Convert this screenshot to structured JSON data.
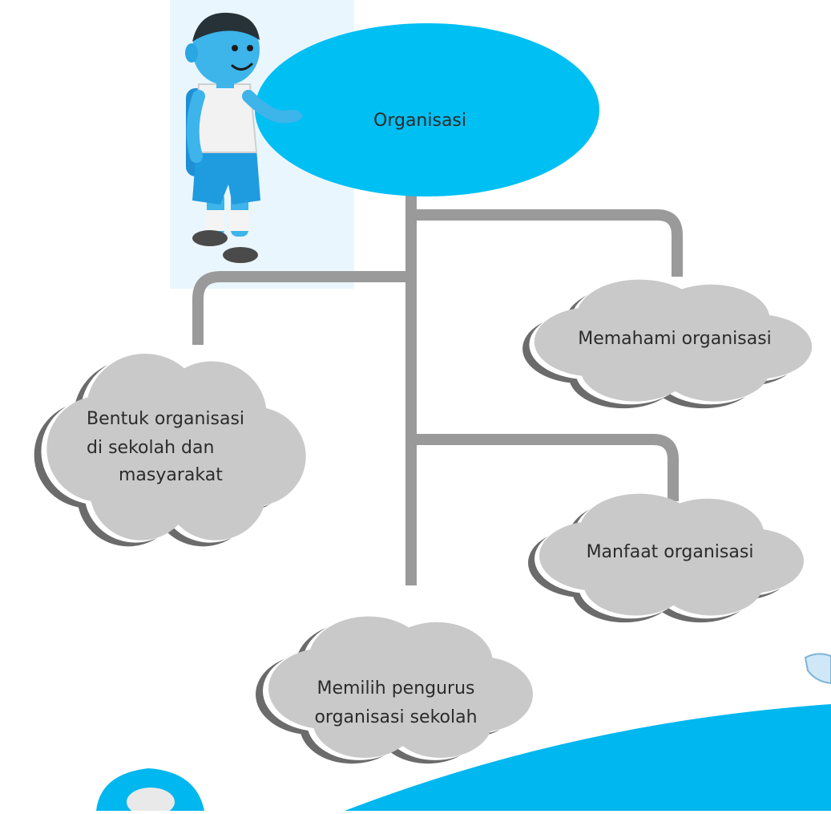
{
  "diagram": {
    "root": {
      "label": "Organisasi",
      "color": "#00bff3"
    },
    "nodes": [
      {
        "id": "memahami",
        "lines": [
          "Memahami organisasi"
        ]
      },
      {
        "id": "bentuk",
        "lines": [
          "Bentuk organisasi",
          "di sekolah dan",
          "masyarakat"
        ]
      },
      {
        "id": "manfaat",
        "lines": [
          "Manfaat organisasi"
        ]
      },
      {
        "id": "memilih",
        "lines": [
          "Memilih pengurus",
          "organisasi sekolah"
        ]
      }
    ],
    "colors": {
      "connector": "#9a9a9a",
      "cloud_fill": "#c8c8c8",
      "cloud_shadow": "#707070",
      "banner": "#00b7ef"
    }
  }
}
